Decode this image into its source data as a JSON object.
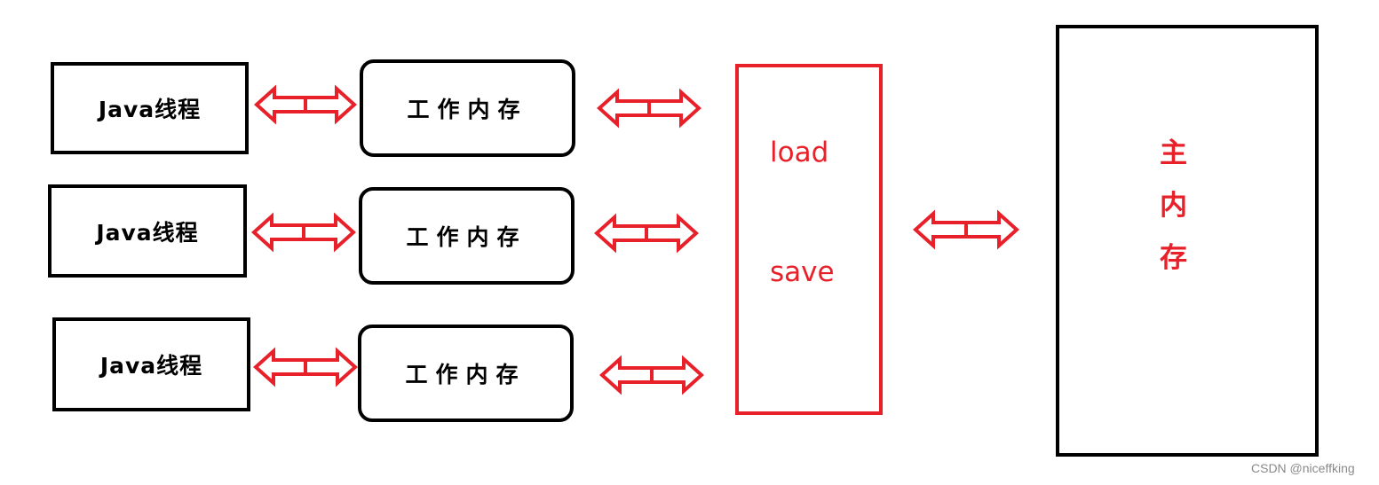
{
  "threads": [
    {
      "label": "Java线程",
      "working_memory": "工作内存"
    },
    {
      "label": "Java线程",
      "working_memory": "工作内存"
    },
    {
      "label": "Java线程",
      "working_memory": "工作内存"
    }
  ],
  "interface_box": {
    "load_label": "load",
    "save_label": "save"
  },
  "main_memory": {
    "chars": [
      "主",
      "内",
      "存"
    ]
  },
  "watermark": "CSDN @niceffking",
  "colors": {
    "arrow": "#e8202a",
    "accent_text": "#e8202a",
    "box_border": "#000000"
  }
}
